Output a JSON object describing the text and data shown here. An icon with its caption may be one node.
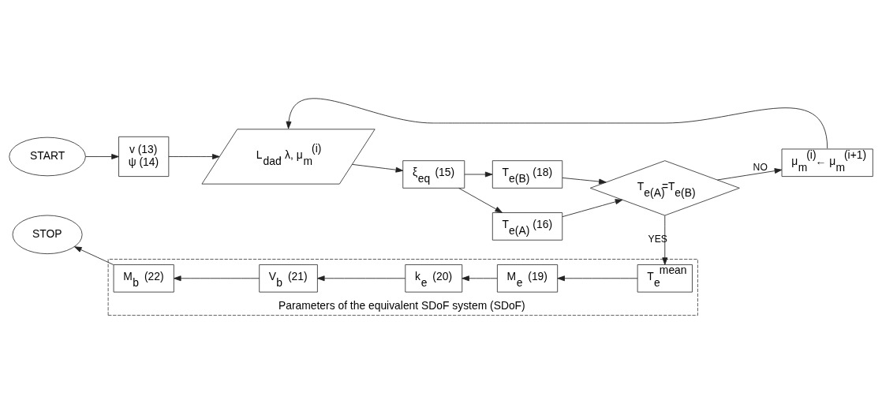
{
  "diagram": {
    "nodes": [
      {
        "text": [
          "START"
        ]
      },
      {
        "text": [
          "v (13)",
          "ψ (14)"
        ]
      },
      {
        "text": [
          "L$_{dad}$, λ, μ$_{m}$$^{(i)}$"
        ]
      },
      {
        "text": [
          "ξ$_{eq}$ (15)"
        ]
      },
      {
        "text": [
          "T$_{e(A)}$ (16)"
        ]
      },
      {
        "text": [
          "T$_{e(B)}$ (18)"
        ]
      },
      {
        "text": [
          "T$_{e(A)}$=T$_{e(B)}$"
        ]
      },
      {
        "text": [
          "μ$_{m}$$^{(i)}$← μ$_{m}$$^{(i+1)}$"
        ]
      },
      {
        "text": [
          "Parameters of the equivalent SDoF system (SDoF)"
        ]
      },
      {
        "text": [
          "T$_{e}$$^{mean}$"
        ],
        "in": 8
      },
      {
        "text": [
          "M$_{e}$ (19)"
        ],
        "in": 8
      },
      {
        "text": [
          "k$_{e}$ (20)"
        ],
        "in": 8
      },
      {
        "text": [
          "V$_{b}$ (21)"
        ],
        "in": 8
      },
      {
        "text": [
          "M$_{b}$ (22)"
        ],
        "in": 8
      },
      {
        "text": [
          "STOP"
        ]
      }
    ],
    "edges": [
      {
        "from": 0,
        "to": 1,
        "arrow": "to"
      },
      {
        "from": 1,
        "to": 2,
        "arrow": "to"
      },
      {
        "from": 2,
        "to": 3,
        "arrow": "to"
      },
      {
        "from": 3,
        "to": 4,
        "arrow": "to"
      },
      {
        "from": 3,
        "to": 5,
        "arrow": "to"
      },
      {
        "from": 4,
        "to": 6,
        "arrow": "to"
      },
      {
        "from": 5,
        "to": 6,
        "arrow": "to"
      },
      {
        "from": 6,
        "to": 7,
        "arrow": "to",
        "label": "NO"
      },
      {
        "from": 7,
        "to": 2,
        "arrow": "to"
      },
      {
        "from": 6,
        "to": 9,
        "arrow": "to",
        "label": "YES"
      },
      {
        "from": 9,
        "to": 10,
        "arrow": "to"
      },
      {
        "from": 10,
        "to": 11,
        "arrow": "to"
      },
      {
        "from": 11,
        "to": 12,
        "arrow": "to"
      },
      {
        "from": 12,
        "to": 13,
        "arrow": "to"
      },
      {
        "from": 13,
        "to": 14,
        "arrow": "to"
      }
    ]
  }
}
